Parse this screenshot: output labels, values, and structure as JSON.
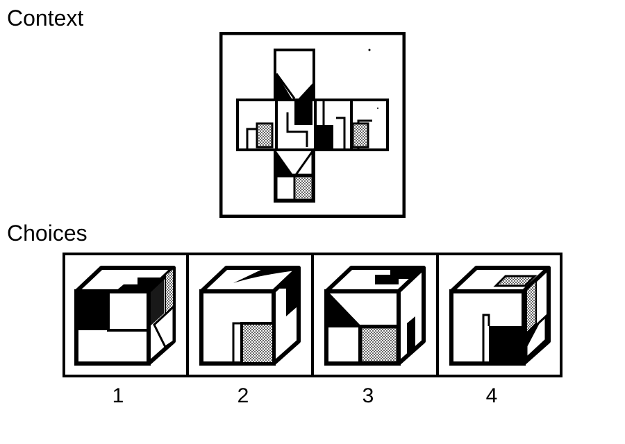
{
  "headings": {
    "context": "Context",
    "choices": "Choices"
  },
  "choices": [
    {
      "label": "1"
    },
    {
      "label": "2"
    },
    {
      "label": "3"
    },
    {
      "label": "4"
    }
  ],
  "colors": {
    "ink": "#000000",
    "paper": "#ffffff"
  }
}
